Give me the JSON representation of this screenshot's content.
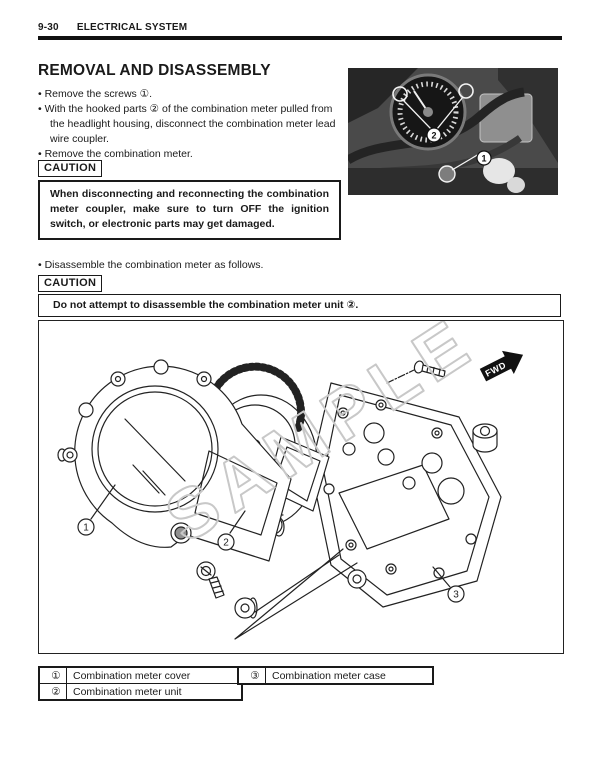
{
  "header": {
    "page_number": "9-30",
    "section_title": "ELECTRICAL SYSTEM"
  },
  "section": {
    "title": "REMOVAL AND DISASSEMBLY",
    "steps": [
      "Remove the screws ①.",
      "With the hooked parts ② of the combination meter pulled from the headlight housing, disconnect the combination meter lead wire coupler.",
      "Remove the combination meter."
    ],
    "caution_label": "CAUTION",
    "caution_text": "When disconnecting and reconnecting the combination meter coupler, make sure to turn OFF the ignition switch, or electronic parts may get damaged.",
    "disassemble_step": "Disassemble the combination meter as follows.",
    "caution2_label": "CAUTION",
    "caution2_text": "Do not attempt to disassemble the combination meter unit ②."
  },
  "photo": {
    "callout_1": "1",
    "callout_2": "2"
  },
  "diagram": {
    "watermark": "SAMPLE",
    "fwd_label": "FWD",
    "callout_1": "1",
    "callout_2": "2",
    "callout_3": "3"
  },
  "parts_table": {
    "left_rows": [
      {
        "num": "①",
        "label": "Combination meter cover"
      },
      {
        "num": "②",
        "label": "Combination meter unit"
      }
    ],
    "right_rows": [
      {
        "num": "③",
        "label": "Combination meter case"
      }
    ]
  },
  "colors": {
    "ink": "#1a1a1a",
    "watermark_gray": "#c8c8c8",
    "photo_dark": "#3f3f3f"
  }
}
